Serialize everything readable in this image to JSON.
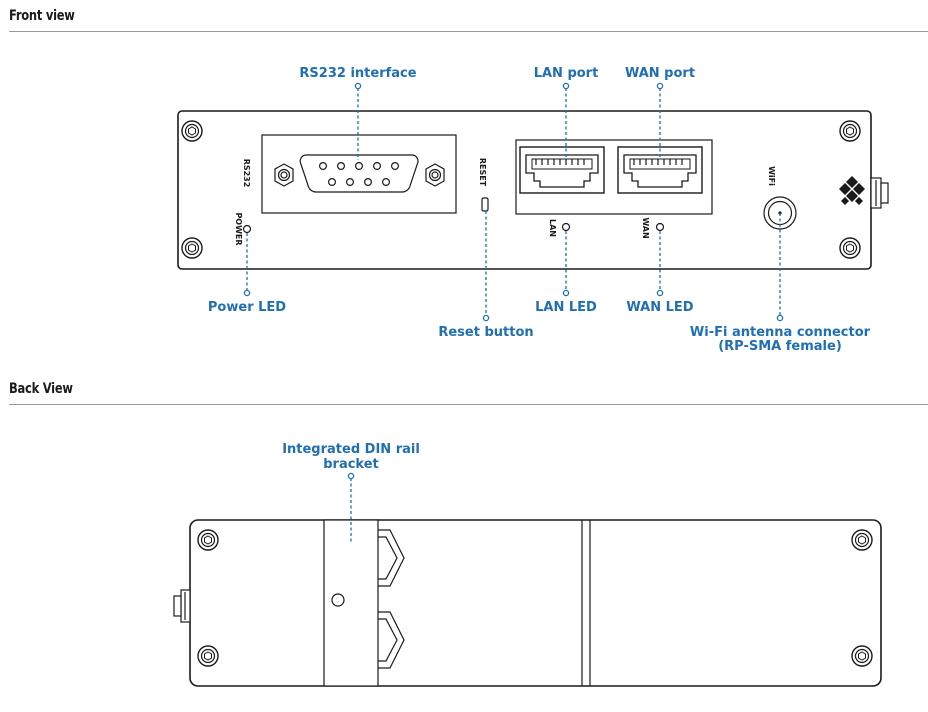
{
  "sections": {
    "front_title": "Front view",
    "back_title": "Back View"
  },
  "front": {
    "callouts": {
      "rs232_interface": "RS232 interface",
      "lan_port": "LAN port",
      "wan_port": "WAN port",
      "power_led": "Power LED",
      "reset_button": "Reset button",
      "lan_led": "LAN LED",
      "wan_led": "WAN LED",
      "wifi_connector_line1": "Wi-Fi antenna connector",
      "wifi_connector_line2": "(RP-SMA female)"
    },
    "device_labels": {
      "rs232": "RS232",
      "power": "POWER",
      "reset": "RESET",
      "lan": "LAN",
      "wan": "WAN",
      "wifi": "WiFi"
    }
  },
  "back": {
    "callouts": {
      "din_rail_line1": "Integrated DIN rail",
      "din_rail_line2": "bracket"
    }
  },
  "colors": {
    "callout_blue": "#1f6fb2",
    "outline": "#1a1a1a"
  },
  "icons": [
    "screw-icon",
    "db9-connector-icon",
    "rj45-port-icon",
    "led-icon",
    "sma-connector-icon",
    "brand-logo-icon"
  ]
}
